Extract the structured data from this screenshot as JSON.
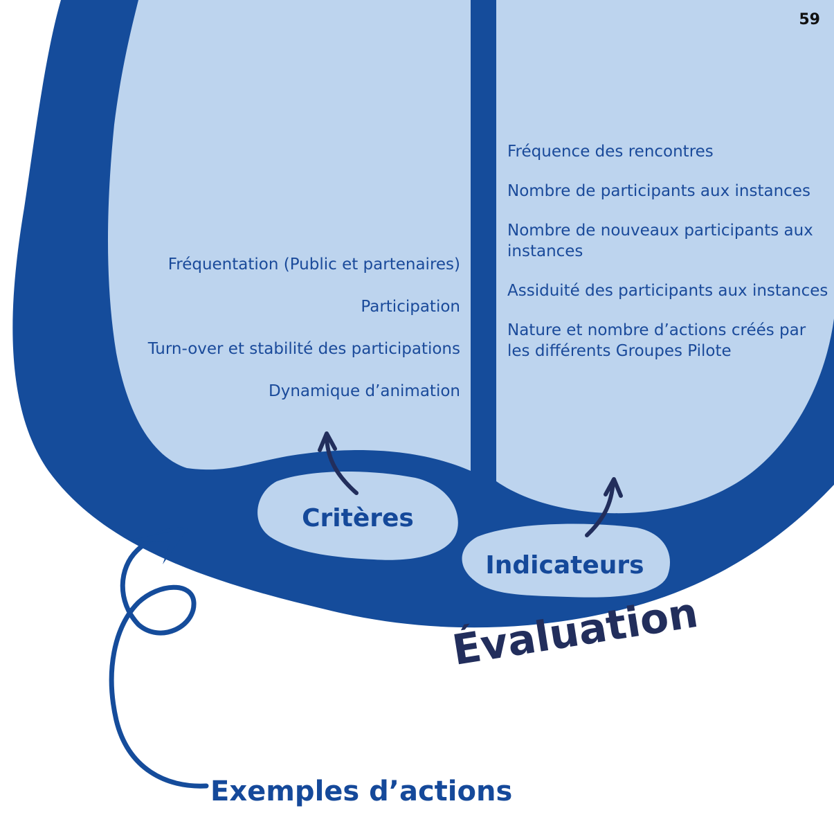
{
  "page_number": "59",
  "criteria": [
    "Fréquentation (Public et partenaires)",
    "Participation",
    "Turn-over et stabilité des participations",
    "Dynamique d’animation"
  ],
  "indicators": [
    "Fréquence des rencontres",
    "Nombre de participants aux instances",
    "Nombre de nouveaux participants aux instances",
    "Assiduité des participants aux instances",
    "Nature et nombre d’actions créés par les différents Groupes Pilote"
  ],
  "labels": {
    "criteres": "Critères",
    "indicateurs": "Indicateurs",
    "evaluation": "Évaluation",
    "exemples": "Exemples d’actions"
  },
  "colors": {
    "dark_blue": "#154c9b",
    "light_blue": "#bdd4ee",
    "navy": "#222e5c"
  }
}
